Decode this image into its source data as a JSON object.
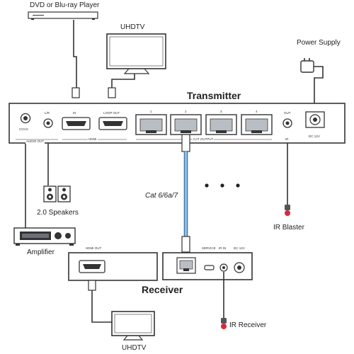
{
  "labels": {
    "dvd": "DVD or Blu-ray Player",
    "uhdtv_top": "UHDTV",
    "power_supply": "Power Supply",
    "transmitter": "Transmitter",
    "speakers": "2.0 Speakers",
    "amplifier": "Amplifier",
    "cable": "Cat 6/6a/7",
    "ir_blaster": "IR Blaster",
    "receiver": "Receiver",
    "ir_receiver": "IR Receiver",
    "uhdtv_bottom": "UHDTV"
  },
  "transmitter_ports": {
    "coax": "COAX",
    "lr": "L/R",
    "audio_out": "AUDIO OUT",
    "in": "IN",
    "loop_out": "LOOP OUT",
    "hdmi": "HDMI",
    "p1": "1",
    "p2": "2",
    "p3": "3",
    "p4": "4",
    "cat_output": "CAT OUTPUT",
    "out": "OUT",
    "ir": "IR",
    "dc": "DC 12V"
  },
  "receiver_ports": {
    "hdmi_out": "HDMI OUT",
    "service": "SERVICE",
    "ir_in": "IR IN",
    "dc": "DC 12V"
  }
}
